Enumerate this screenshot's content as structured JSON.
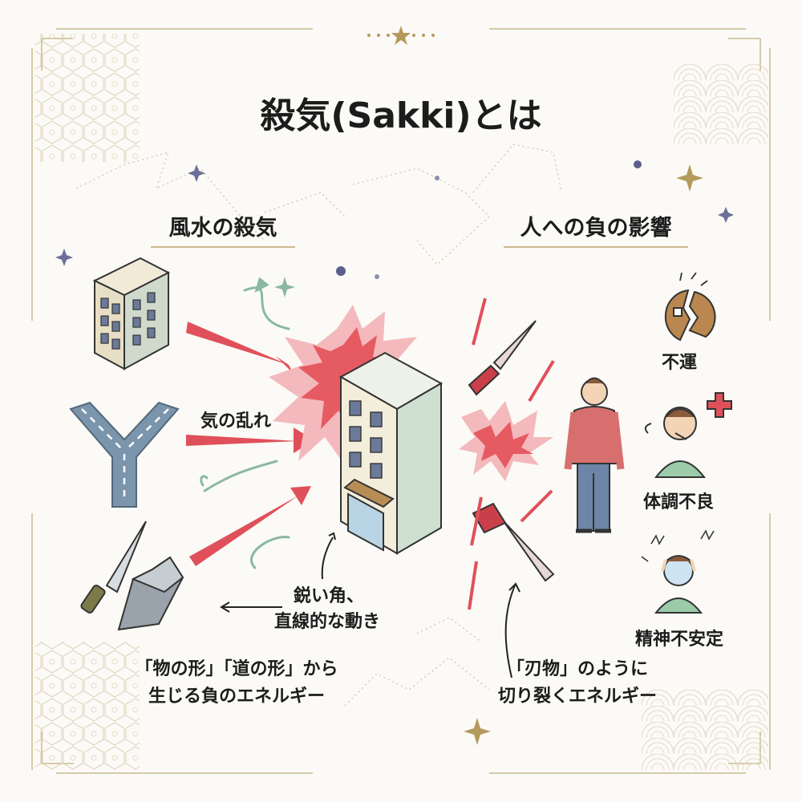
{
  "title": "殺気(Sakki)とは",
  "sections": {
    "left_heading": "風水の殺気",
    "right_heading": "人への負の影響"
  },
  "labels": {
    "qi_disturbance": "気の乱れ",
    "sharp_corners_line1": "鋭い角、",
    "sharp_corners_line2": "直線的な動き"
  },
  "captions": {
    "left_line1": "「物の形」「道の形」から",
    "left_line2": "生じる負のエネルギー",
    "right_line1": "「刃物」のように",
    "right_line2": "切り裂くエネルギー"
  },
  "effects": [
    {
      "label": "不運",
      "icon": "broken-coin-icon"
    },
    {
      "label": "体調不良",
      "icon": "sick-person-icon"
    },
    {
      "label": "精神不安定",
      "icon": "stressed-person-icon"
    }
  ],
  "colors": {
    "accent_red": "#e0505a",
    "gold_frame": "#c9b98d",
    "arrow_green": "#8bb8a0",
    "building_green": "#cfe0d0",
    "road_blue": "#7b95ad"
  }
}
